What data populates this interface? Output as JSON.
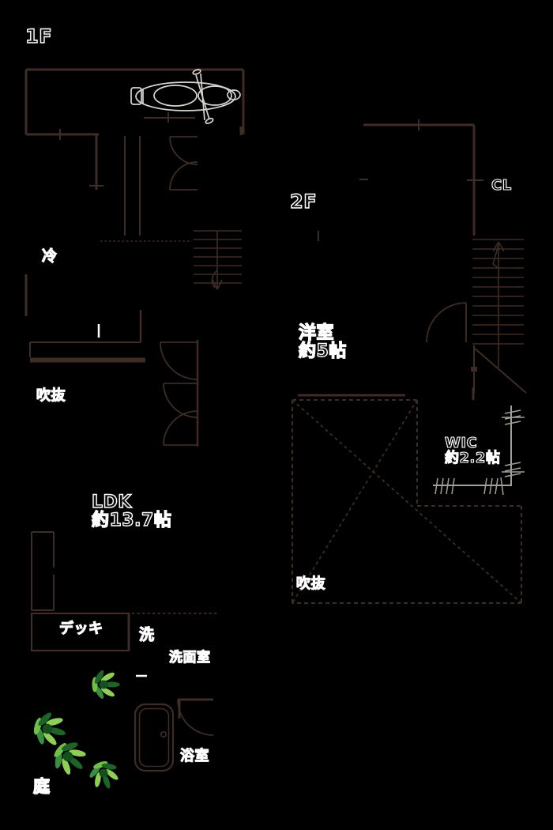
{
  "colors": {
    "background": "#000000",
    "wall": "#3e2c26",
    "rail": "#a39e98",
    "vehicle": "#d9d5d1",
    "text_fill": "#101010",
    "text_edge": "#ffffff",
    "plant_dark": "#14501f",
    "plant_deep": "#1d6428",
    "plant_mid": "#3a8f3e",
    "plant_light": "#6fbf49",
    "plant_bright": "#8fd054"
  },
  "floor1": {
    "label": "1F",
    "rooms": {
      "fridge": "冷",
      "void": "吹抜",
      "ldk_name": "LDK",
      "ldk_size": "約13.7帖",
      "deck": "デッキ",
      "laundry": "洗",
      "washroom": "洗面室",
      "bathroom": "浴室",
      "garden": "庭"
    }
  },
  "floor2": {
    "label": "2F",
    "rooms": {
      "closet": "CL",
      "western_name": "洋室",
      "western_size": "約5帖",
      "wic_name": "WIC",
      "wic_size": "約2.2帖",
      "void": "吹抜"
    }
  }
}
